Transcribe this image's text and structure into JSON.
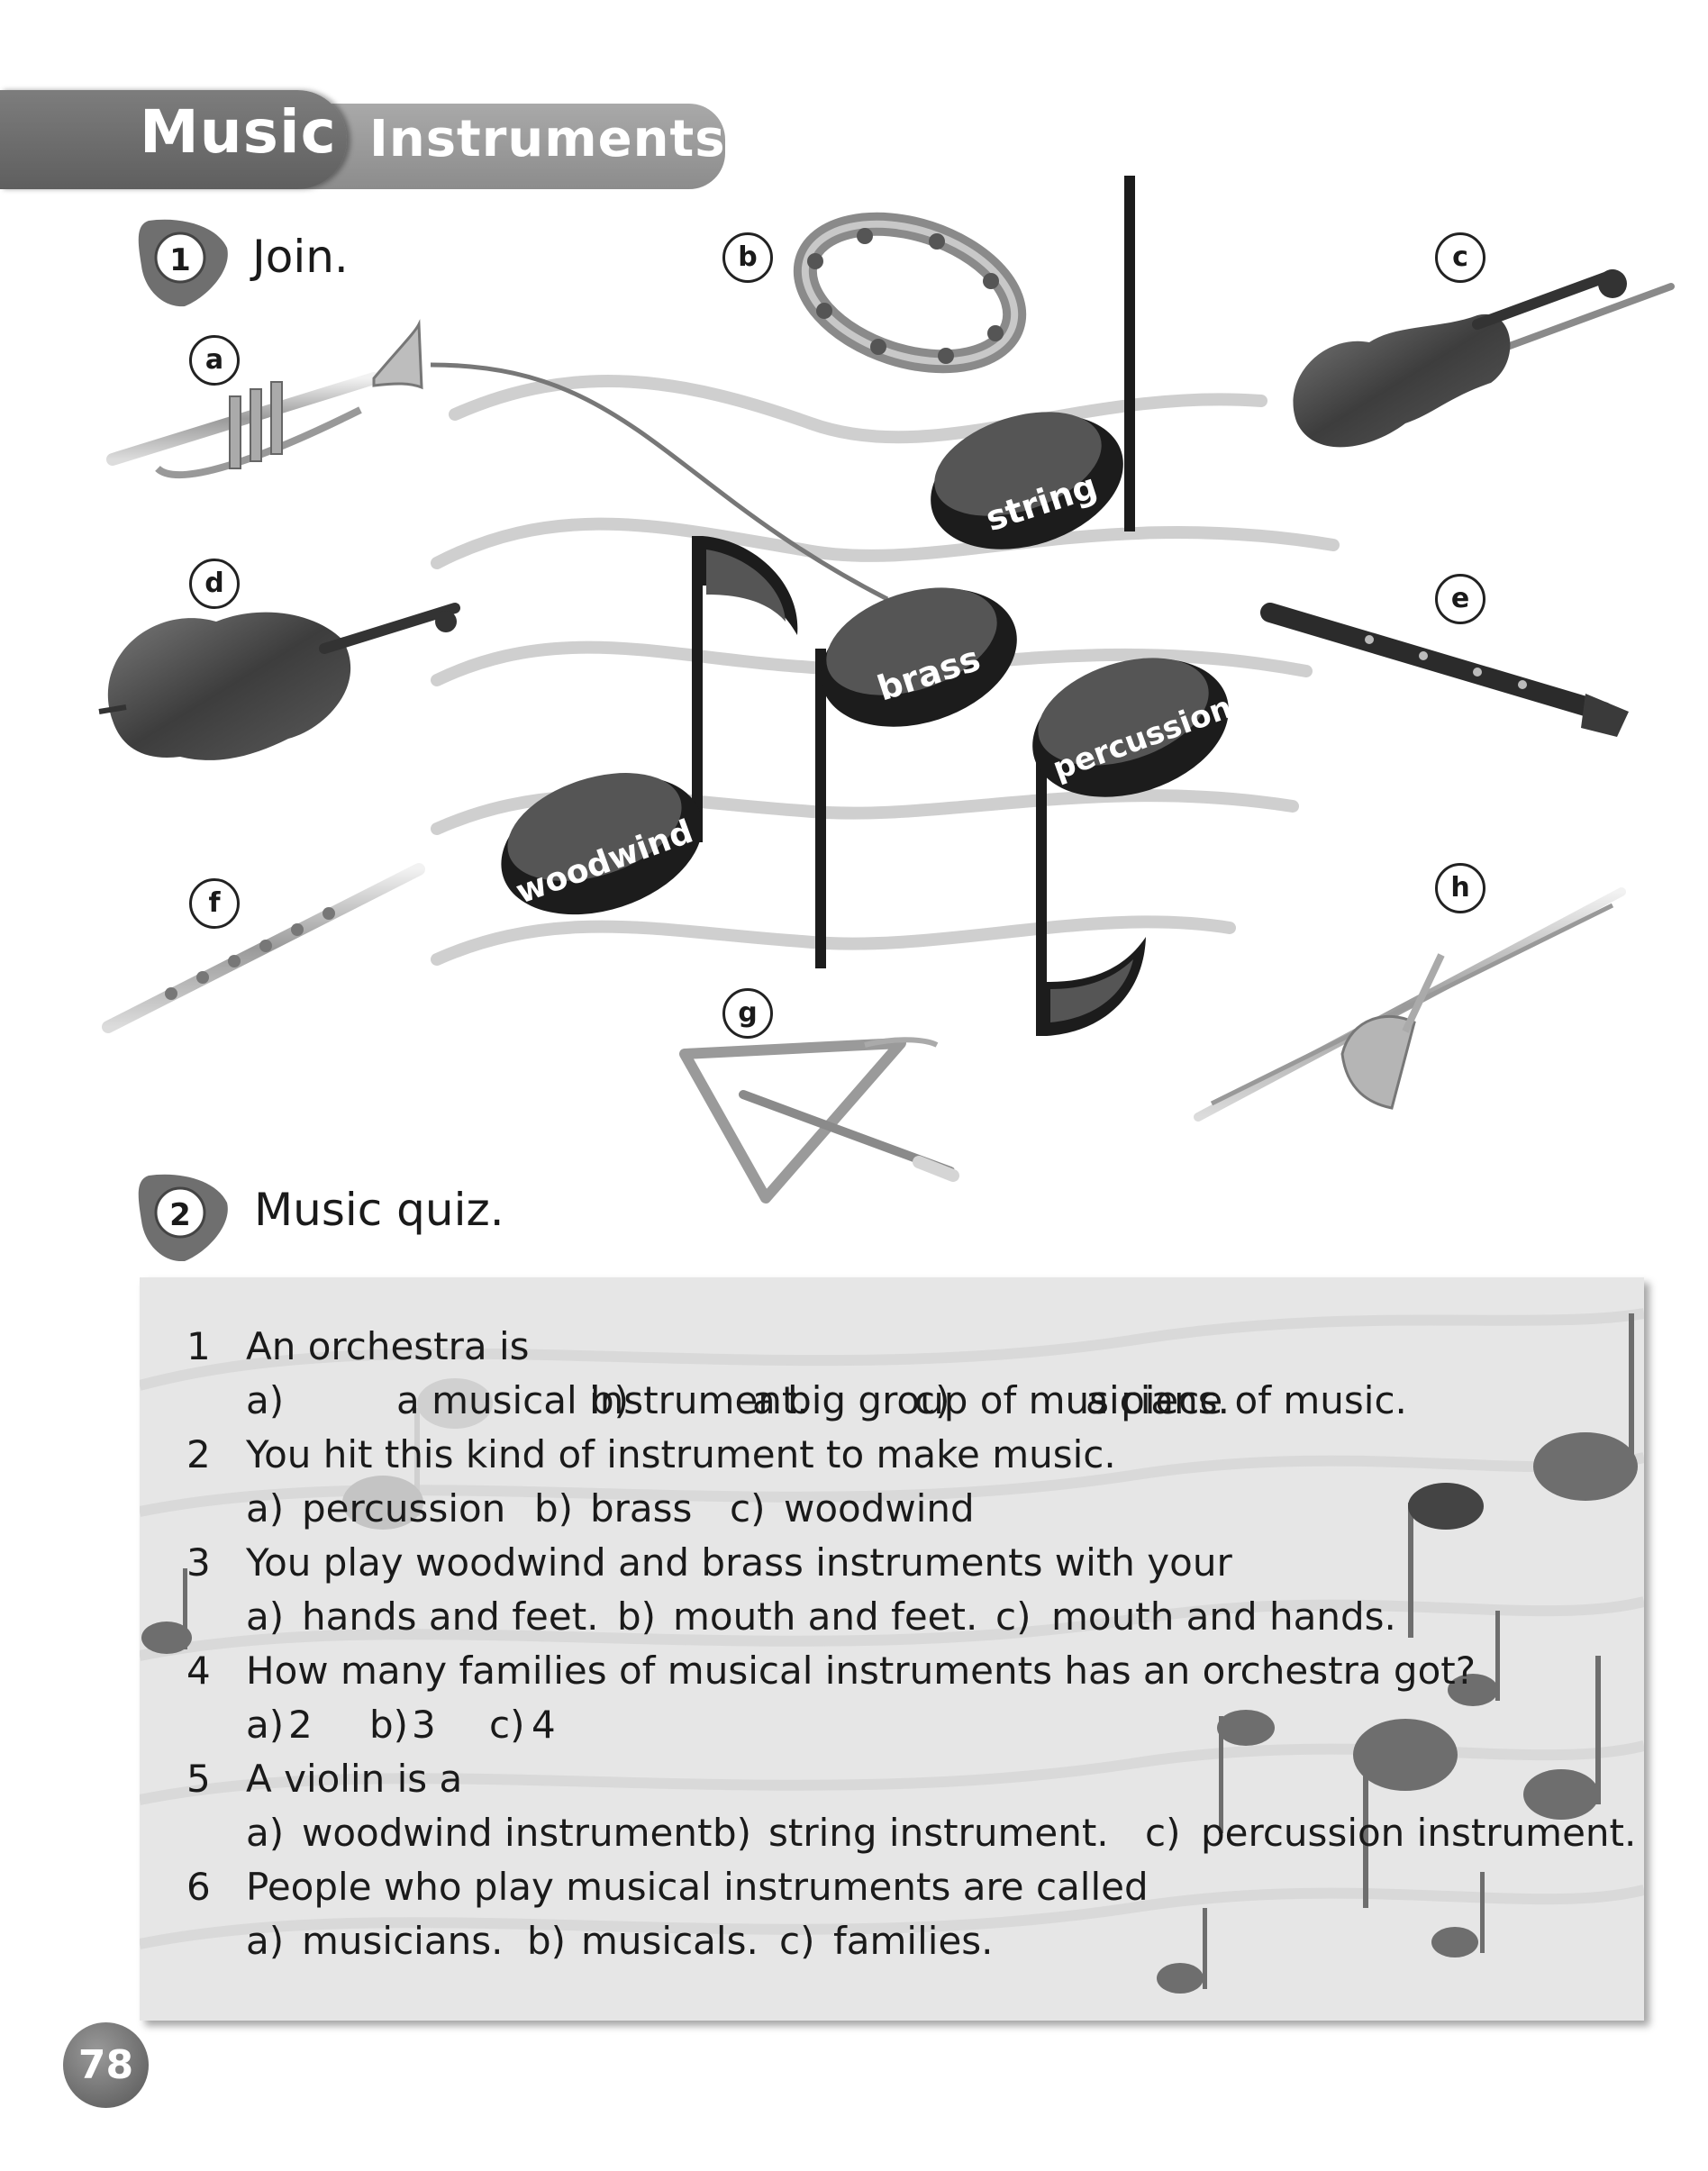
{
  "header": {
    "subject": "Music",
    "topic": "Instruments"
  },
  "exercise1": {
    "number": "1",
    "title": "Join.",
    "letters": [
      "a",
      "b",
      "c",
      "d",
      "e",
      "f",
      "g",
      "h"
    ],
    "families": [
      "string",
      "brass",
      "percussion",
      "woodwind"
    ],
    "icons": {
      "a": "trumpet-icon",
      "b": "tambourine-icon",
      "c": "violin-icon",
      "d": "cello-icon",
      "e": "clarinet-icon",
      "f": "flute-icon",
      "g": "triangle-icon",
      "h": "trombone-icon"
    }
  },
  "exercise2": {
    "number": "2",
    "title": "Music quiz.",
    "questions": [
      {
        "num": "1",
        "text": "An orchestra is",
        "options": [
          {
            "label": "a)",
            "text": "a musical instrument."
          },
          {
            "label": "b)",
            "text": "a big group of musicians."
          },
          {
            "label": "c)",
            "text": "a piece of music."
          }
        ]
      },
      {
        "num": "2",
        "text": "You hit this kind of instrument to make music.",
        "options": [
          {
            "label": "a)",
            "text": "percussion"
          },
          {
            "label": "b)",
            "text": "brass"
          },
          {
            "label": "c)",
            "text": "woodwind"
          }
        ]
      },
      {
        "num": "3",
        "text": "You play woodwind and brass instruments with your",
        "options": [
          {
            "label": "a)",
            "text": "hands and feet."
          },
          {
            "label": "b)",
            "text": "mouth and feet."
          },
          {
            "label": "c)",
            "text": "mouth and hands."
          }
        ]
      },
      {
        "num": "4",
        "text": "How many families of musical instruments has an orchestra got?",
        "options": [
          {
            "label": "a)",
            "text": "2"
          },
          {
            "label": "b)",
            "text": "3"
          },
          {
            "label": "c)",
            "text": "4"
          }
        ]
      },
      {
        "num": "5",
        "text": "A violin is a",
        "options": [
          {
            "label": "a)",
            "text": "woodwind instrument."
          },
          {
            "label": "b)",
            "text": "string instrument."
          },
          {
            "label": "c)",
            "text": "percussion instrument."
          }
        ]
      },
      {
        "num": "6",
        "text": "People who play musical instruments are called",
        "options": [
          {
            "label": "a)",
            "text": "musicians."
          },
          {
            "label": "b)",
            "text": "musicals."
          },
          {
            "label": "c)",
            "text": "families."
          }
        ]
      }
    ]
  },
  "page_number": "78",
  "colors": {
    "banner_dark": "#6e6e6e",
    "banner_light": "#9b9b9b",
    "note": "#1c1c1c",
    "wave": "#cfcfcf",
    "panel": "#e6e6e6"
  }
}
